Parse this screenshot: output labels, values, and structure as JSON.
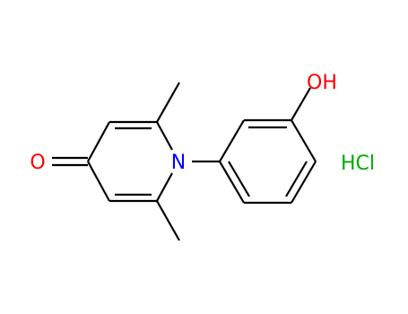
{
  "molecule": {
    "atoms": {
      "oxygen_carbonyl": "O",
      "nitrogen": "N",
      "hydroxyl": "OH",
      "salt": "HCl"
    },
    "colors": {
      "bond": "#000000",
      "oxygen": "#ff0000",
      "nitrogen": "#0000ff",
      "chlorine": "#00aa00"
    }
  }
}
